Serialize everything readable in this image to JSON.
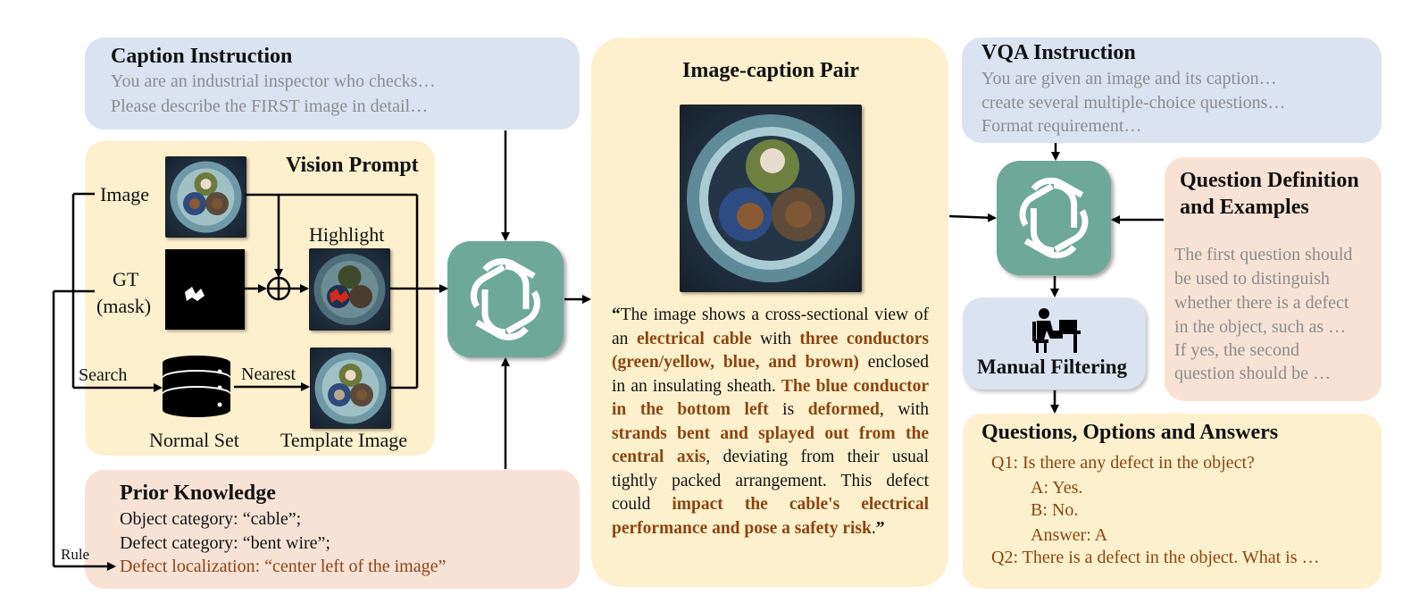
{
  "caption_instruction": {
    "title": "Caption Instruction",
    "line1": "You are an industrial inspector who checks…",
    "line2": "Please describe the FIRST image in detail…"
  },
  "vision_prompt": {
    "title": "Vision Prompt",
    "image_label": "Image",
    "gt_label": "GT",
    "mask_label": "(mask)",
    "highlight_label": "Highlight",
    "search_label": "Search",
    "nearest_label": "Nearest",
    "normal_set_label": "Normal Set",
    "template_label": "Template Image",
    "rule_label": "Rule"
  },
  "prior_knowledge": {
    "title": "Prior Knowledge",
    "line1": "Object category: “cable”;",
    "line2": "Defect category: “bent wire”;",
    "line3": "Defect localization: “center left of the image”"
  },
  "image_caption_pair": {
    "title": "Image-caption Pair",
    "segments": [
      {
        "text": "“",
        "style": "bold"
      },
      {
        "text": "The image shows a cross-sectional view of an ",
        "style": "plain"
      },
      {
        "text": "electrical cable",
        "style": "highlight"
      },
      {
        "text": " with ",
        "style": "plain"
      },
      {
        "text": "three conductors (green/yellow, blue, and brown)",
        "style": "highlight"
      },
      {
        "text": " enclosed in an insulating sheath. ",
        "style": "plain"
      },
      {
        "text": "The blue conductor in the bottom left",
        "style": "highlight"
      },
      {
        "text": " is ",
        "style": "plain"
      },
      {
        "text": "deformed",
        "style": "highlight"
      },
      {
        "text": ", with ",
        "style": "plain"
      },
      {
        "text": "strands bent and splayed out from the central axis",
        "style": "highlight"
      },
      {
        "text": ", deviating from their usual tightly packed arrangement. This defect could ",
        "style": "plain"
      },
      {
        "text": "impact the cable's electrical performance and pose a safety risk",
        "style": "highlight"
      },
      {
        "text": ".",
        "style": "plain"
      },
      {
        "text": "”",
        "style": "bold"
      }
    ]
  },
  "vqa_instruction": {
    "title": "VQA Instruction",
    "line1": "You are given an image and its caption…",
    "line2": "create several multiple-choice questions…",
    "line3": "Format requirement…"
  },
  "question_definition": {
    "title_line1": "Question Definition",
    "title_line2": "and Examples",
    "lines": [
      "The first question should",
      "be used to distinguish",
      "whether there is a defect",
      "in the object, such as …",
      "If yes, the second",
      "question should be …"
    ]
  },
  "manual_filtering": {
    "label": "Manual Filtering"
  },
  "qoa": {
    "title": "Questions, Options and Answers",
    "q1": "Q1: Is there any defect in the object?",
    "option_a": "A: Yes.",
    "option_b": "B: No.",
    "answer": "Answer: A",
    "q2": "Q2: There is a defect in the object. What is …"
  },
  "colors": {
    "blue_panel": "#dbe3f1",
    "yellow_panel": "#fdf0cc",
    "pink_panel": "#f8e2d6",
    "gpt_green": "#6ea898",
    "highlight_brown": "#8a4512",
    "instruction_gray": "#8c8c8c"
  }
}
